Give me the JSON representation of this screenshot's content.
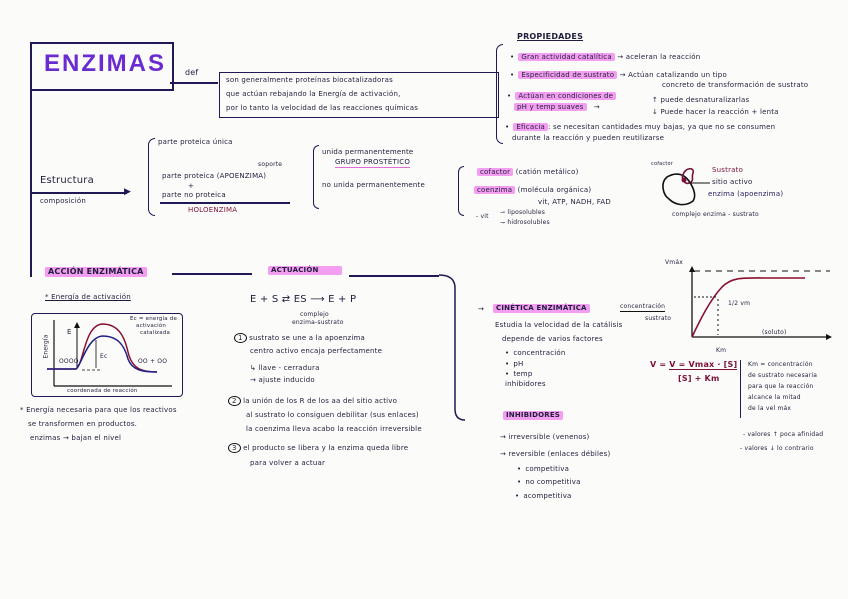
{
  "title": "ENZIMAS",
  "definition": {
    "connector": "def",
    "lines": [
      "son generalmente proteínas biocatalizadoras",
      "que actúan rebajando la Energía de activación,",
      "por lo tanto la velocidad de las reacciones químicas"
    ]
  },
  "propiedades": {
    "heading": "PROPIEDADES",
    "items": [
      {
        "label": "Gran actividad catalítica",
        "note": [
          "→ aceleran la reacción"
        ]
      },
      {
        "label": "Especificidad de sustrato",
        "note": [
          "→ Actúan catalizando un tipo",
          "concreto de transformación de sustrato"
        ]
      },
      {
        "label": "Actúan en condiciones de pH y temp suaves",
        "label_lines": [
          "Actúan en condiciones de",
          "pH y temp suaves"
        ],
        "note": [
          "↑ puede desnaturalizarlas",
          "↓ Puede hacer la reacción + lenta"
        ]
      },
      {
        "label": "Eficacia",
        "note": [
          ": se necesitan cantidades muy bajas, ya que no se consumen",
          "durante la reacción y pueden reutilizarse"
        ]
      }
    ]
  },
  "estructura": {
    "label": "Estructura",
    "sublabel": "composición",
    "parts": {
      "unica": "parte proteica única",
      "soporte": "soporte",
      "apoenzima": "parte proteica (APOENZIMA)",
      "plus": "+",
      "no_proteica": "parte no proteica",
      "holoenzima": "HOLOENZIMA"
    },
    "union": {
      "permanente": "unida permanentemente",
      "grupo": "GRUPO PROSTÉTICO",
      "no_permanente": "no unida permanentemente"
    },
    "cofactores": {
      "cofactor": "cofactor",
      "cofactor_note": "(catión metálico)",
      "coenzima": "coenzima",
      "coenzima_note": "(molécula orgánica)",
      "coenzima_examples": "vit, ATP, NADH, FAD",
      "vit": "- vit",
      "liposolubles": "liposolubles",
      "hidrosolubles": "hidrosolubles"
    },
    "diagram": {
      "cofactor": "cofactor",
      "sustrato": "Sustrato",
      "sitio": "sitio activo",
      "enzima": "enzima (apoenzima)",
      "caption": "complejo enzima - sustrato"
    }
  },
  "accion": {
    "heading": "ACCIÓN ENZIMÁTICA",
    "energia_title": "* Energía de activación",
    "chart": {
      "ylabel": "Energía",
      "xlabel": "coordenada de reacción",
      "E": "E",
      "Ec": "Ec",
      "legend": [
        "Ec = energía de",
        "activación",
        "catalizada"
      ],
      "reactants": "OOOO",
      "products": "OO + OO"
    },
    "notes": [
      "* Energía necesaria para que los reactivos",
      "se transformen en productos.",
      "enzimas → bajan el nivel"
    ]
  },
  "actuacion": {
    "heading": "ACTUACIÓN",
    "equation": {
      "left": "E + S",
      "middle": "ES",
      "right": "E + P",
      "sub1": "complejo",
      "sub2": "enzima-sustrato"
    },
    "steps": [
      {
        "num": "1",
        "lines": [
          "sustrato se une a la apoenzima",
          "centro activo encaja perfectamente"
        ]
      },
      {
        "num": "2",
        "lines": [
          "la unión de los R de los aa del sitio activo",
          "al sustrato lo consiguen debilitar (sus enlaces)",
          "la coenzima lleva acabo la reacción irreversible"
        ]
      },
      {
        "num": "3",
        "lines": [
          "el producto se libera y la enzima queda libre",
          "para volver a actuar"
        ]
      }
    ],
    "models": [
      "llave - cerradura",
      "ajuste inducido"
    ]
  },
  "cinetica": {
    "heading": "CINÉTICA ENZIMÁTICA",
    "arrow_top": "concentración",
    "arrow_bottom": "sustrato",
    "lines": [
      "Estudia la velocidad de la catálisis",
      "depende de varios factores"
    ],
    "factors": [
      "concentración",
      "pH",
      "temp",
      "inhibidores"
    ]
  },
  "michaelis": {
    "ylabel": "Vmáx",
    "xlabel": "(soluto)",
    "half": "1/2 vm",
    "km": "Km",
    "formula_num": "V = Vmax · [S]",
    "formula_den": "[S] + Km",
    "km_def": [
      "Km = concentración",
      "de sustrato necesaria",
      "para que la reacción",
      "alcance la mitad",
      "de la vel máx"
    ],
    "km_values": [
      "- valores ↑ poca afinidad",
      "- valores ↓ lo contrario"
    ]
  },
  "inhibidores": {
    "heading": "INHIBIDORES",
    "types": [
      "→ irreversible (venenos)",
      "→ reversible (enlaces débiles)"
    ],
    "reversible": [
      "competitiva",
      "no competitiva",
      "acompetitiva"
    ]
  },
  "colors": {
    "ink": "#1f1a55",
    "highlight": "#f39ef0",
    "maroon": "#7a1038",
    "title": "#6a2bd0"
  }
}
